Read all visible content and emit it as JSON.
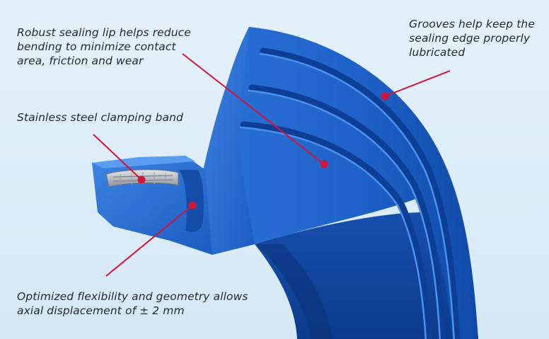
{
  "callouts": {
    "lip": "Robust sealing lip helps reduce\nbending to minimize contact\narea, friction and wear",
    "band": "Stainless steel clamping band",
    "grooves": "Grooves help keep the\nsealing edge properly\nlubricated",
    "flex": "Optimized flexibility and geometry allows\naxial displacement of ± 2 mm"
  },
  "colors": {
    "background": "#dcecf7",
    "seal_blue": "#1f63c9",
    "seal_dark": "#0d3f94",
    "seal_light": "#3d86e6",
    "band_steel": "#b8bcc2",
    "leader": "#d4143a"
  }
}
